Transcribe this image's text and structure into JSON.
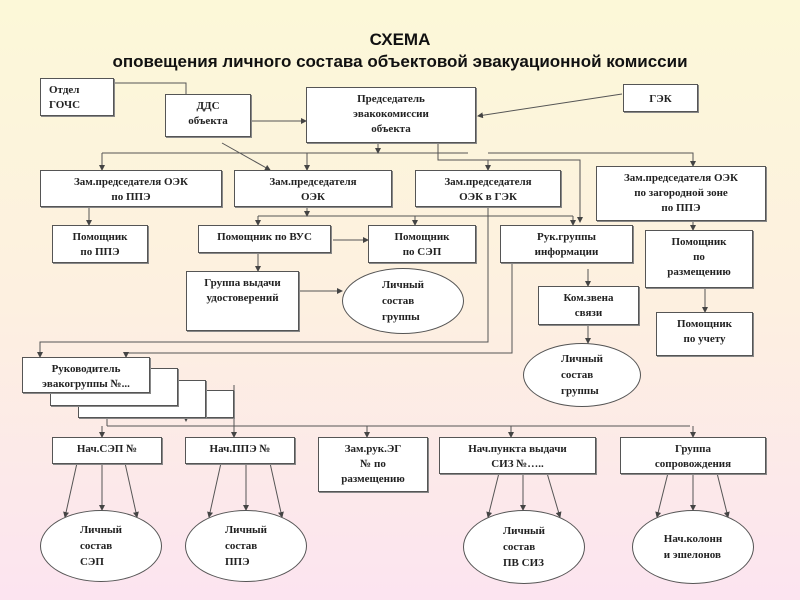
{
  "title": {
    "line1": "СХЕМА",
    "line2": "оповещения личного состава объектовой эвакуационной комиссии"
  },
  "nodes": {
    "otdel_gochs": "Отдел\nГОЧС",
    "dds": "ДДС\nобъекта",
    "predsedatel": "Председатель\nэвакокомиссии\nобъекта",
    "gek": "ГЭК",
    "zam_ppe": "Зам.председателя ОЭК\nпо ППЭ",
    "zam_oek": "Зам.председателя\nОЭК",
    "zam_oek_gek": "Зам.председателя\nОЭК в  ГЭК",
    "zam_zagorod": "Зам.председателя ОЭК\nпо загородной зоне\nпо ППЭ",
    "pom_ppe": "Помощник\nпо ППЭ",
    "pom_vus": "Помощник по ВУС",
    "pom_sep": "Помощник\nпо СЭП",
    "ruk_info": "Рук.группы\nинформации",
    "pom_razm": "Помощник\nпо\nразмещению",
    "gruppa_vydachi": "Группа  выдачи\nудостоверений",
    "ls_gruppy_1": "Личный\nсостав\nгруппы",
    "kom_zvena": "Ком.звена\nсвязи",
    "pom_uchet": "Помощник\nпо учету",
    "ls_gruppy_2": "Личный\nсостав\nгруппы",
    "ruk_evakogruppy": "Руководитель\nэвакогруппы №...",
    "nach_sep": "Нач.СЭП №",
    "nach_ppe": "Нач.ППЭ №",
    "zam_ruk_eg": "Зам.рук.ЭГ\n№ по\nразмещению",
    "nach_punkta_siz": "Нач.пункта выдачи\nСИЗ №…..",
    "gruppa_soprov": "Группа\nсопровождения",
    "ls_sep": "Личный\nсостав\nСЭП",
    "ls_ppe": "Личный\nсостав\nППЭ",
    "ls_pv_siz": "Личный\nсостав\nПВ СИЗ",
    "nach_kolonn": "Нач.колонн\nи эшелонов"
  }
}
